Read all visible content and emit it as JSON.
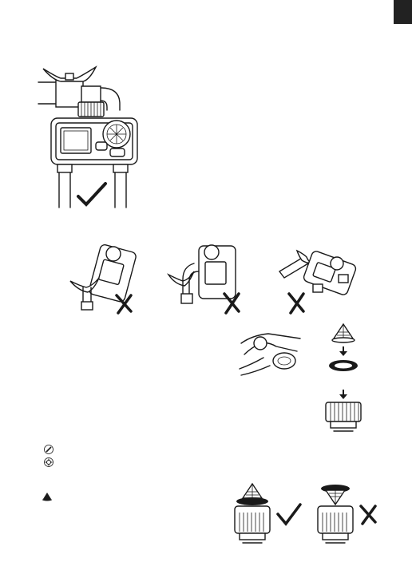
{
  "page": {
    "language_tab": "",
    "colors": {
      "ink": "#1a1a1a",
      "tab": "#222222",
      "background": "#ffffff"
    }
  },
  "figures": {
    "faucet_correct": {
      "status": "check-mark"
    },
    "wrong_orientations": [
      {
        "status": "x-mark"
      },
      {
        "status": "x-mark"
      },
      {
        "status": "x-mark"
      }
    ],
    "filter_assembly": {
      "steps": [
        "filter-cone",
        "seal-ring",
        "connector-nut"
      ]
    },
    "filter_orientation": [
      {
        "status": "check-mark"
      },
      {
        "status": "x-mark"
      }
    ]
  },
  "legend_icons": [
    "screwdriver-icon",
    "gear-icon",
    "filter-icon"
  ]
}
